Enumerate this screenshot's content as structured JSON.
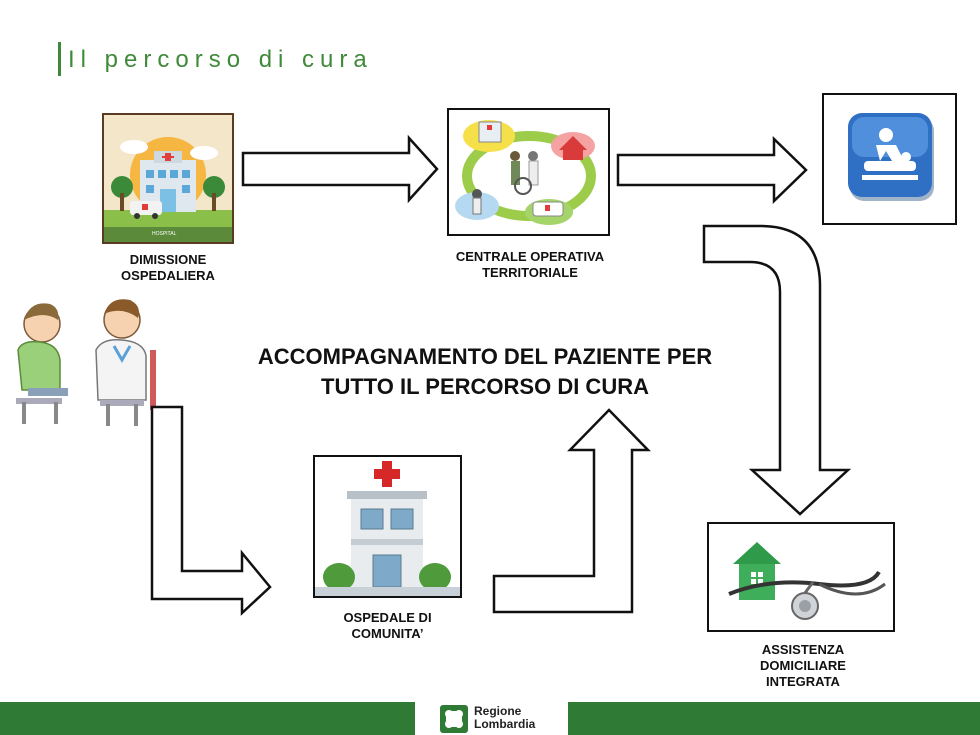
{
  "slide": {
    "title": "Il percorso di cura",
    "center_text_line1": "ACCOMPAGNAMENTO DEL PAZIENTE PER",
    "center_text_line2": "TUTTO IL PERCORSO DI CURA"
  },
  "nodes": {
    "dimissione": {
      "line1": "DIMISSIONE",
      "line2": "OSPEDALIERA",
      "sign": "HOSPITAL"
    },
    "centrale": {
      "line1": "CENTRALE OPERATIVA",
      "line2": "TERRITORIALE"
    },
    "ospedale_comunita": {
      "line1": "OSPEDALE DI",
      "line2": "COMUNITA’"
    },
    "assistenza": {
      "line1": "ASSISTENZA",
      "line2": "DOMICILIARE",
      "line3": "INTEGRATA"
    }
  },
  "footer": {
    "logo_line1": "Regione",
    "logo_line2": "Lombardia"
  },
  "colors": {
    "title_green": "#3f8a3a",
    "footer_green": "#2f7a35",
    "rehab_blue": "#2f6fc4"
  }
}
